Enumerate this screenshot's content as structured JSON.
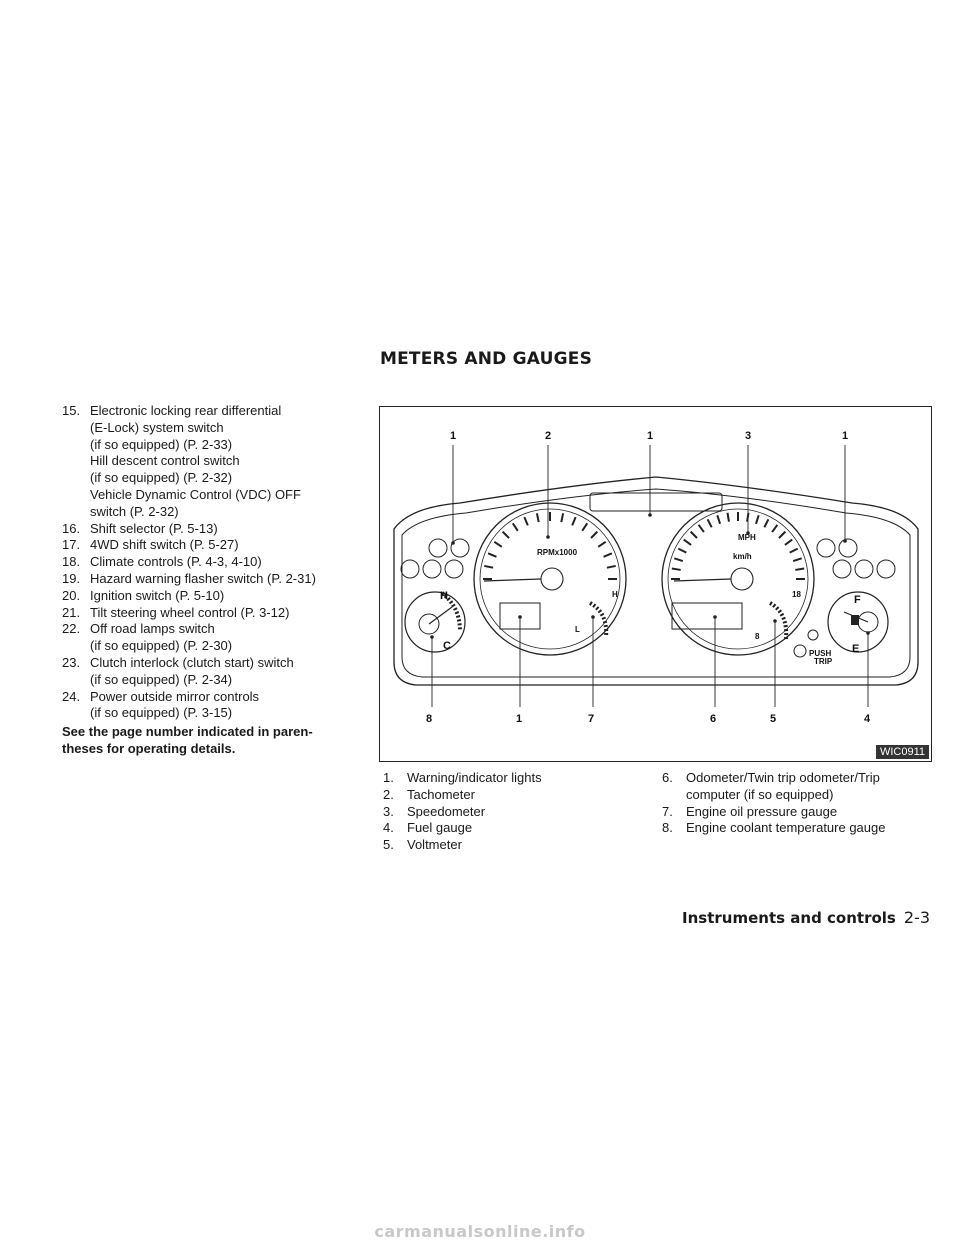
{
  "section_title": "METERS AND GAUGES",
  "left_list": [
    {
      "num": "15.",
      "lines": [
        "Electronic locking rear differential",
        "(E-Lock) system switch",
        "(if so equipped) (P. 2-33)",
        "Hill descent control switch",
        "(if so equipped) (P. 2-32)",
        "Vehicle Dynamic Control (VDC) OFF",
        "switch (P. 2-32)"
      ]
    },
    {
      "num": "16.",
      "lines": [
        "Shift selector (P. 5-13)"
      ]
    },
    {
      "num": "17.",
      "lines": [
        "4WD shift switch (P. 5-27)"
      ]
    },
    {
      "num": "18.",
      "lines": [
        "Climate controls (P. 4-3, 4-10)"
      ]
    },
    {
      "num": "19.",
      "lines": [
        "Hazard warning flasher switch (P. 2-31)"
      ]
    },
    {
      "num": "20.",
      "lines": [
        "Ignition switch (P. 5-10)"
      ]
    },
    {
      "num": "21.",
      "lines": [
        "Tilt steering wheel control (P. 3-12)"
      ]
    },
    {
      "num": "22.",
      "lines": [
        "Off road lamps switch",
        "(if so equipped) (P. 2-30)"
      ]
    },
    {
      "num": "23.",
      "lines": [
        "Clutch interlock (clutch start) switch",
        "(if so equipped) (P. 2-34)"
      ]
    },
    {
      "num": "24.",
      "lines": [
        "Power outside mirror controls",
        "(if so equipped) (P. 3-15)"
      ]
    }
  ],
  "note": "See the page number indicated in paren-theses for operating details.",
  "note_lines": [
    "See the page number indicated in paren-",
    "theses for operating details."
  ],
  "figure": {
    "code": "WIC0911",
    "top_callouts": [
      "1",
      "2",
      "1",
      "3",
      "1"
    ],
    "bottom_callouts": [
      "8",
      "1",
      "7",
      "6",
      "5",
      "4"
    ],
    "tach_label": "RPMx1000",
    "speed_label_top": "MPH",
    "speed_label_bottom": "km/h",
    "temp_high": "H",
    "temp_low": "C",
    "fuel_full": "F",
    "fuel_empty": "E",
    "oil_high": "H",
    "oil_low": "L",
    "volt_high": "18",
    "volt_low": "8",
    "push_label": "PUSH",
    "trip_label": "TRIP"
  },
  "captions_col1": [
    {
      "num": "1.",
      "text": "Warning/indicator lights"
    },
    {
      "num": "2.",
      "text": "Tachometer"
    },
    {
      "num": "3.",
      "text": "Speedometer"
    },
    {
      "num": "4.",
      "text": "Fuel gauge"
    },
    {
      "num": "5.",
      "text": "Voltmeter"
    }
  ],
  "captions_col2": [
    {
      "num": "6.",
      "lines": [
        "Odometer/Twin trip odometer/Trip",
        "computer (if so equipped)"
      ]
    },
    {
      "num": "7.",
      "lines": [
        "Engine oil pressure gauge"
      ]
    },
    {
      "num": "8.",
      "lines": [
        "Engine coolant temperature gauge"
      ]
    }
  ],
  "footer": {
    "title": "Instruments and controls",
    "page": "2-3"
  },
  "watermark": "carmanualsonline.info"
}
